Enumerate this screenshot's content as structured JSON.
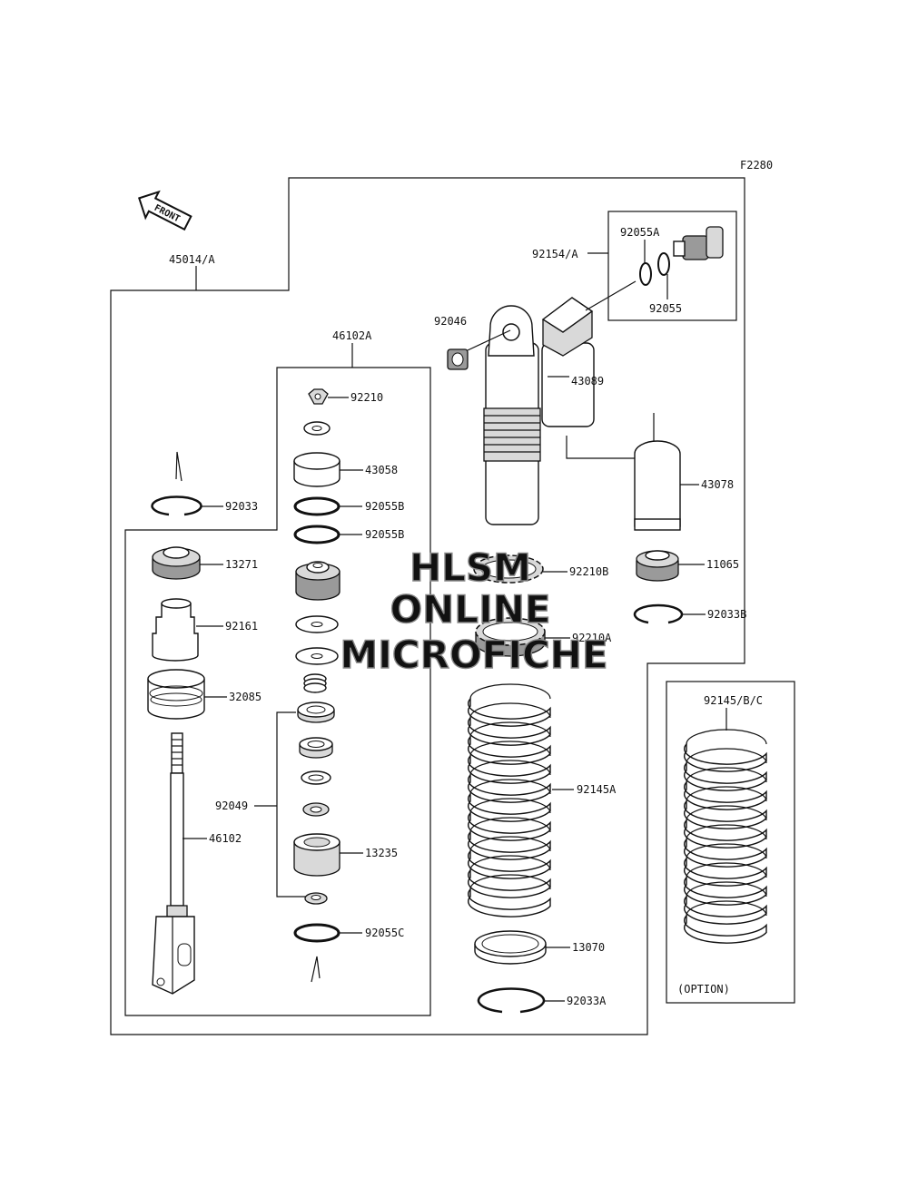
{
  "figure_code": "F2280",
  "front_label": "FRONT",
  "option_label": "(OPTION)",
  "watermark": {
    "line1": "HLSM",
    "line2": "ONLINE",
    "line3": "MICROFICHE"
  },
  "parts": {
    "p45014": "45014/A",
    "p46102A": "46102A",
    "p92210": "92210",
    "p43058": "43058",
    "p92055B_1": "92055B",
    "p92055B_2": "92055B",
    "p92033": "92033",
    "p13271": "13271",
    "p92161": "92161",
    "p32085": "32085",
    "p92049": "92049",
    "p46102": "46102",
    "p13235": "13235",
    "p92055C": "92055C",
    "p92046": "92046",
    "p92154": "92154/A",
    "p92055A": "92055A",
    "p92055": "92055",
    "p43089": "43089",
    "p43078": "43078",
    "p92210B": "92210B",
    "p11065": "11065",
    "p92033B": "92033B",
    "p92210A": "92210A",
    "p92145A": "92145A",
    "p13070": "13070",
    "p92033A": "92033A",
    "p92145": "92145/B/C"
  }
}
